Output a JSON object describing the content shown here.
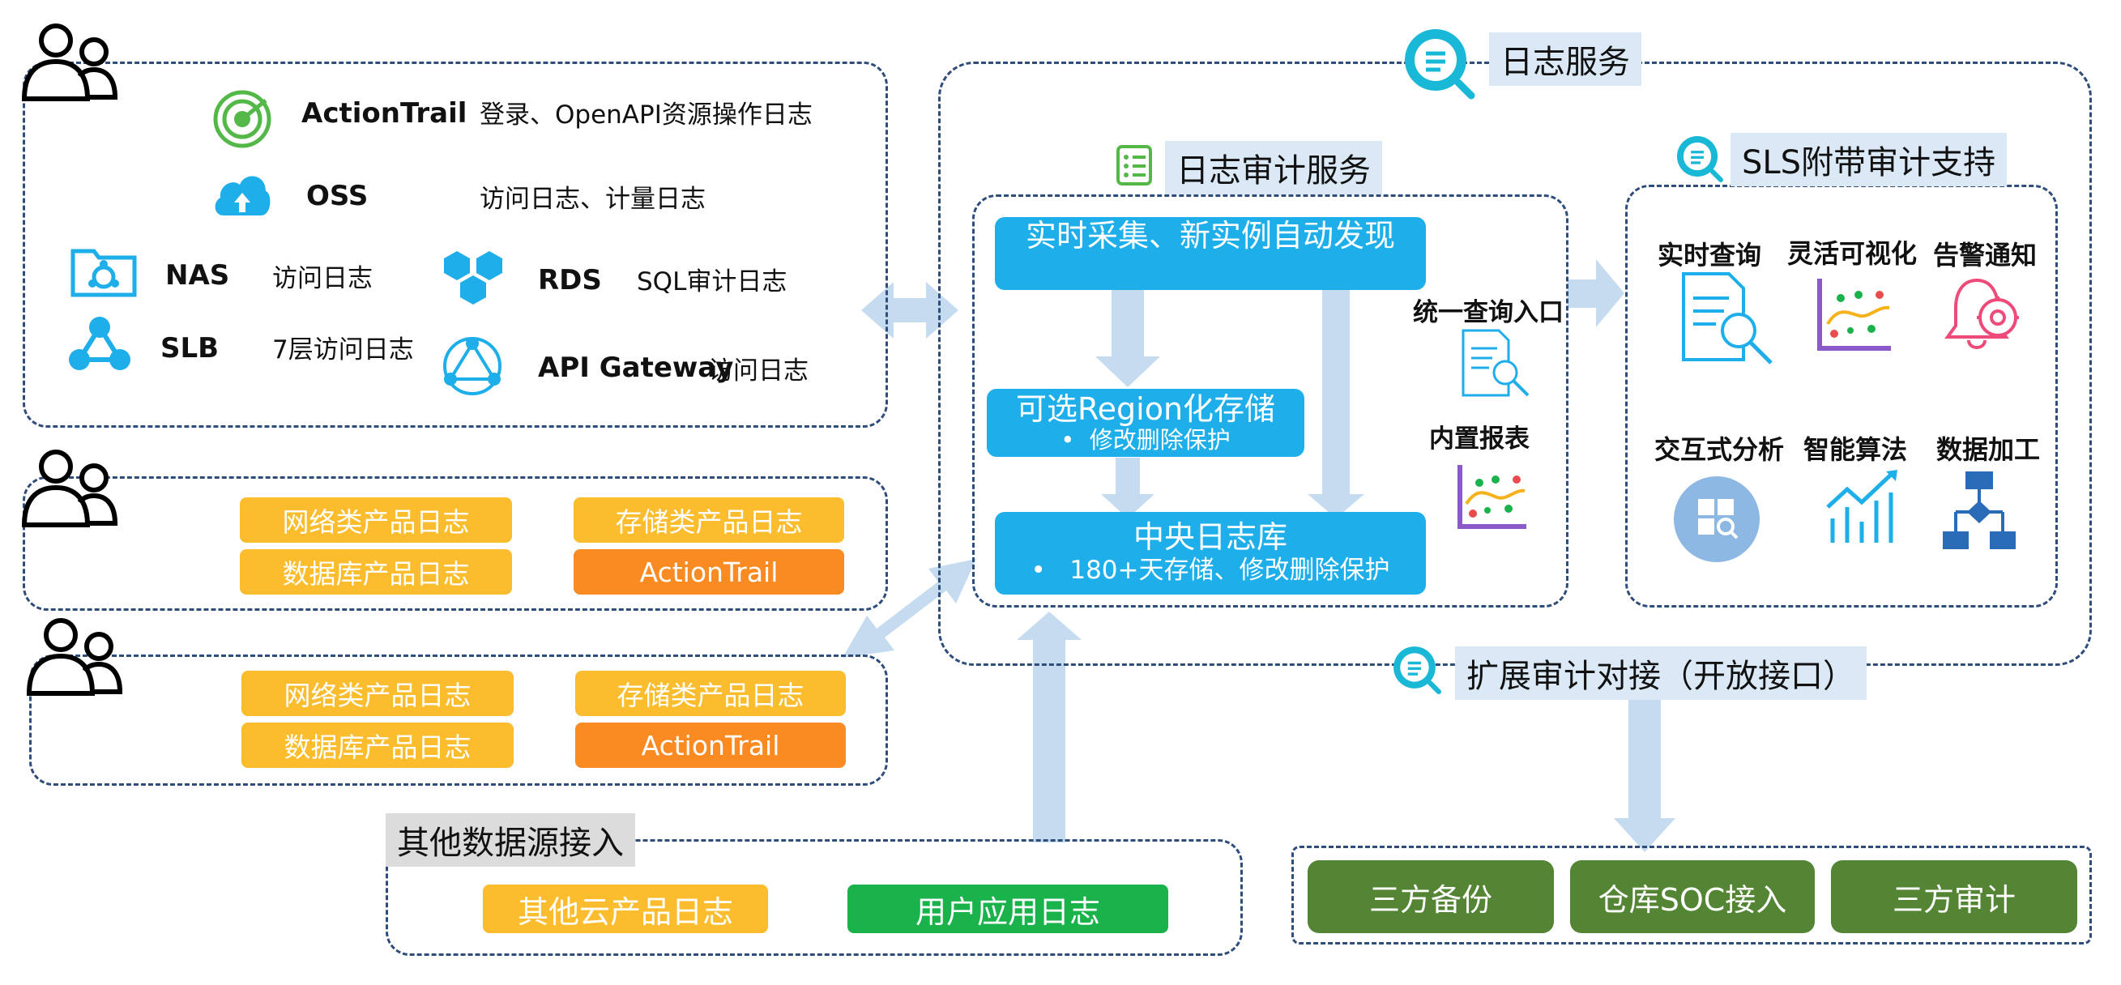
{
  "sources": {
    "actiontrail": {
      "name": "ActionTrail",
      "desc": "登录、OpenAPI资源操作日志"
    },
    "oss": {
      "name": "OSS",
      "desc": "访问日志、计量日志"
    },
    "nas": {
      "name": "NAS",
      "desc": "访问日志"
    },
    "rds": {
      "name": "RDS",
      "desc": "SQL审计日志"
    },
    "slb": {
      "name": "SLB",
      "desc": "7层访问日志"
    },
    "apigw": {
      "name": "API Gateway",
      "desc": "访问日志"
    }
  },
  "account2": {
    "network": "网络类产品日志",
    "storage": "存储类产品日志",
    "database": "数据库产品日志",
    "actiontrail": "ActionTrail"
  },
  "account3": {
    "network": "网络类产品日志",
    "storage": "存储类产品日志",
    "database": "数据库产品日志",
    "actiontrail": "ActionTrail"
  },
  "other": {
    "title": "其他数据源接入",
    "cloud": "其他云产品日志",
    "app": "用户应用日志"
  },
  "log_service": {
    "title": "日志服务"
  },
  "audit": {
    "title": "日志审计服务",
    "collect": "实时采集、新实例自动发现",
    "region_title": "可选Region化存储",
    "region_bullet": "修改删除保护",
    "central_title": "中央日志库",
    "central_bullet": "180+天存储、修改删除保护",
    "query_entry": "统一查询入口",
    "reports": "内置报表"
  },
  "sls": {
    "title": "SLS附带审计支持",
    "features": [
      "实时查询",
      "灵活可视化",
      "告警通知",
      "交互式分析",
      "智能算法",
      "数据加工"
    ]
  },
  "extension": {
    "title": "扩展审计对接（开放接口）",
    "items": [
      "三方备份",
      "仓库SOC接入",
      "三方审计"
    ]
  },
  "colors": {
    "dash": "#2f4d7a",
    "blue": "#1eaeea",
    "arrow": "#c5dbf0",
    "yellow": "#fbbd2e",
    "orange": "#fa8b22",
    "green": "#1ab24a",
    "olive": "#538534",
    "label_bg": "#dbe9f7",
    "teal": "#18b8d6"
  },
  "icons": [
    "user-group-icon",
    "radar-icon",
    "cloud-upload-icon",
    "folder-network-icon",
    "honeycomb-icon",
    "network-nodes-icon",
    "triangle-nodes-icon",
    "search-bubble-icon",
    "list-icon",
    "document-search-icon",
    "chart-icon",
    "bell-gear-icon",
    "pie-analysis-icon",
    "bar-trend-icon",
    "flow-icon"
  ]
}
